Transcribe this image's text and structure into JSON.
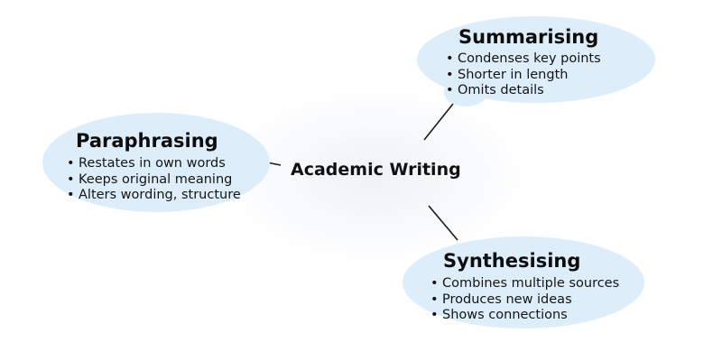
{
  "diagram": {
    "center": {
      "label": "Academic Writing"
    },
    "nodes": [
      {
        "id": "paraphrasing",
        "title": "Paraphrasing",
        "points": [
          "Restates in own words",
          "Keeps original meaning",
          "Alters wording, structure"
        ]
      },
      {
        "id": "summarising",
        "title": "Summarising",
        "points": [
          "Condenses key points",
          "Shorter in length",
          "Omits details"
        ]
      },
      {
        "id": "synthesising",
        "title": "Synthesising",
        "points": [
          "Combines multiple sources",
          "Produces new ideas",
          "Shows connections"
        ]
      }
    ],
    "colors": {
      "bubble_fill": "#ddeefa",
      "connector": "#1a1a1a",
      "text": "#111111"
    }
  }
}
